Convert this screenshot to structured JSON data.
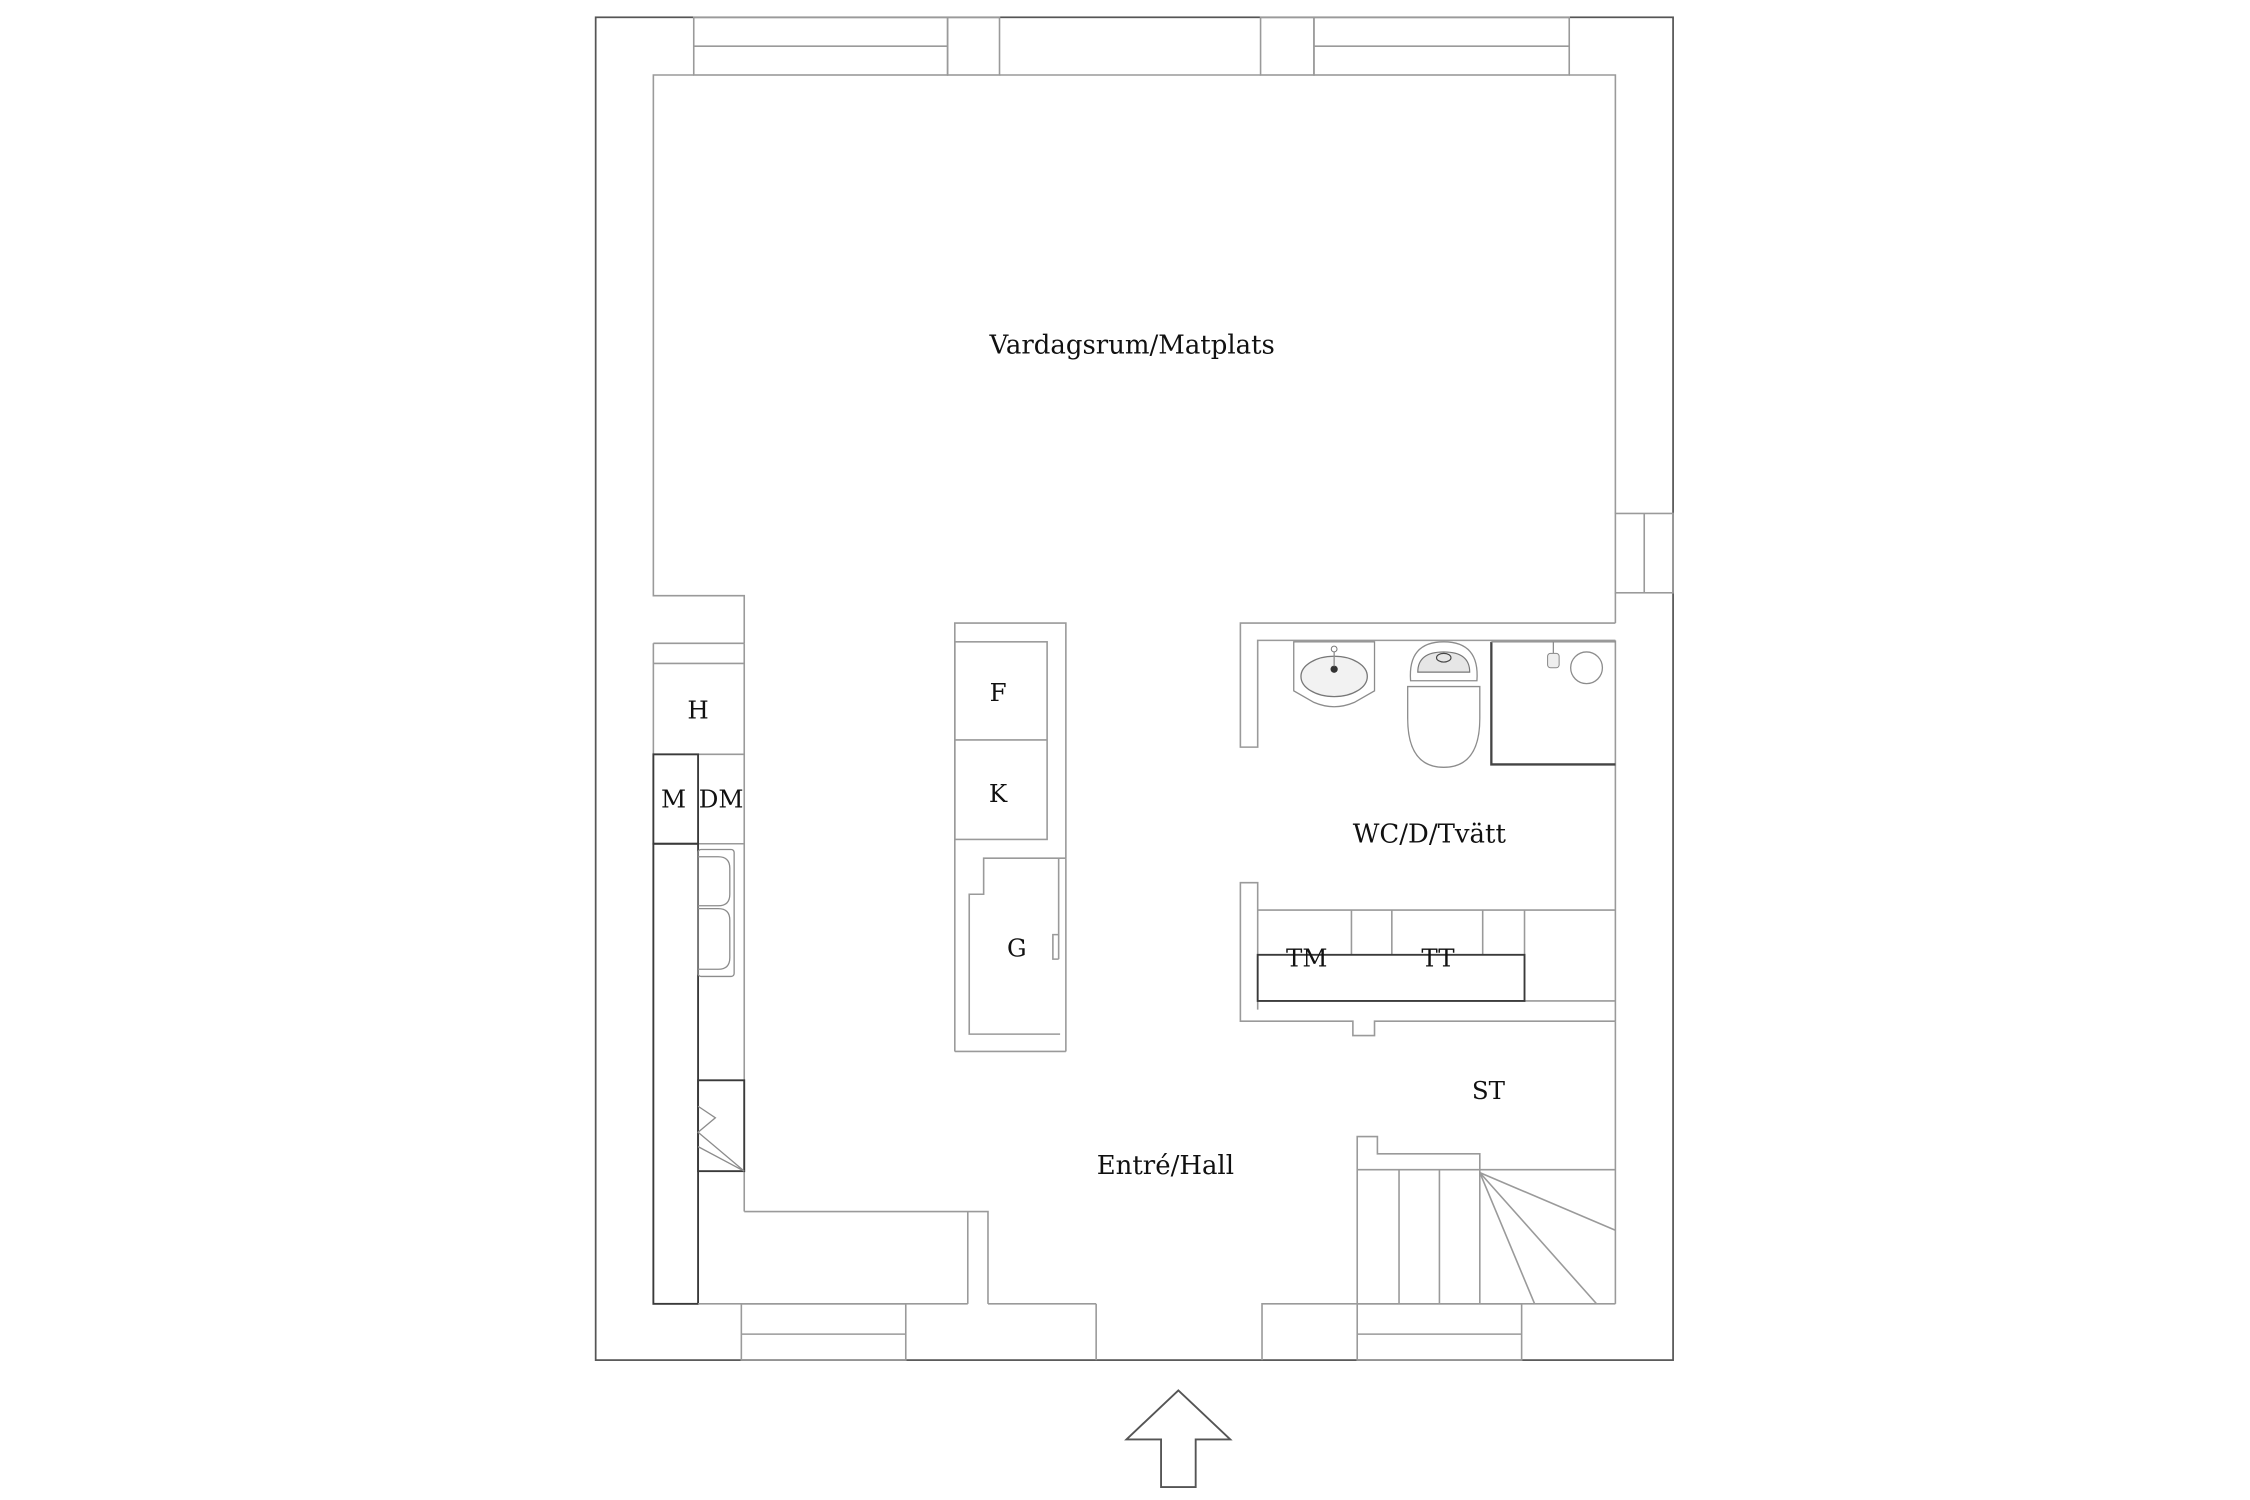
{
  "floorplan": {
    "rooms": {
      "living": "Vardagsrum/Matplats",
      "bathroom": "WC/D/Tvätt",
      "entry": "Entré/Hall"
    },
    "fixtures": {
      "hood": "H",
      "microwave": "M",
      "dishwasher": "DM",
      "fridge": "F",
      "freezer": "K",
      "wardrobe": "G",
      "washer": "TM",
      "dryer": "TT",
      "storage": "ST"
    },
    "entrance_arrow": "entrance-arrow"
  },
  "colors": {
    "wall_line": "#9a9a9a",
    "outer_wall": "#555555",
    "text": "#111111",
    "background": "#ffffff"
  }
}
